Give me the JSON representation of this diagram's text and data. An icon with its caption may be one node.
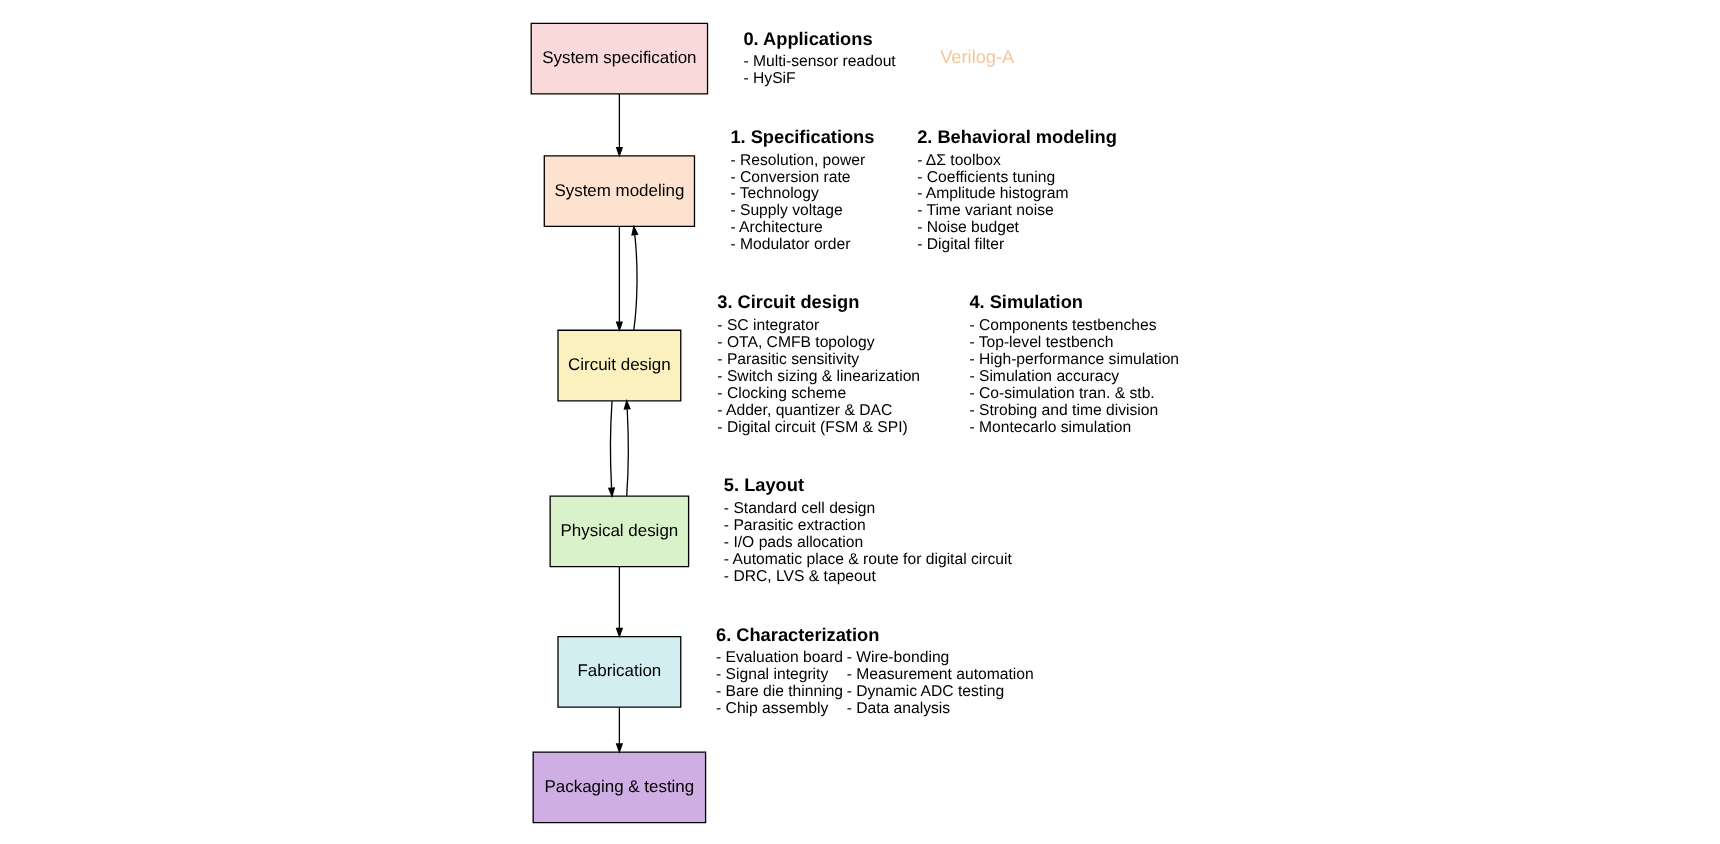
{
  "diagram": {
    "nodes": [
      {
        "text": [
          "System specification"
        ]
      },
      {
        "text": [
          "System modeling"
        ]
      },
      {
        "text": [
          "Circuit design"
        ]
      },
      {
        "text": [
          "Physical design"
        ]
      },
      {
        "text": [
          "Fabrication"
        ]
      },
      {
        "text": [
          "Packaging & testing"
        ]
      }
    ],
    "edges": [
      {
        "from": 0,
        "to": 1,
        "arrow": "to"
      },
      {
        "from": 1,
        "to": 2,
        "arrow": "to"
      },
      {
        "from": 2,
        "to": 3,
        "arrow": "to"
      },
      {
        "from": 3,
        "to": 4,
        "arrow": "to"
      },
      {
        "from": 4,
        "to": 5,
        "arrow": "to"
      },
      {
        "from": 2,
        "to": 1,
        "arrow": "to"
      },
      {
        "from": 3,
        "to": 2,
        "arrow": "to"
      }
    ],
    "labels": [
      "0. Applications",
      "- Multi-sensor readout",
      "- HySiF",
      "1. Specifications",
      "- Resolution, power",
      "- Conversion rate",
      "- Technology",
      "- Supply voltage",
      "- Architecture",
      "- Modulator order",
      "2. Behavioral modeling",
      "- ΔΣ toolbox",
      "- Coefficients tuning",
      "- Amplitude histogram",
      "- Time variant noise",
      "- Noise budget",
      "- Digital filter",
      "3. Circuit design",
      "- SC integrator",
      "- OTA, CMFB topology",
      "- Parasitic sensitivity",
      "- Switch sizing & linearization",
      "- Clocking scheme",
      "- Adder, quantizer & DAC",
      "- Digital circuit (FSM & SPI)",
      "4. Simulation",
      "- Components testbenches",
      "- Top-level testbench",
      "- High-performance simulation",
      "- Simulation accuracy",
      "- Co-simulation tran. & stb.",
      "- Strobing and time division",
      "- Montecarlo simulation",
      "5. Layout",
      "- Standard cell design",
      "- Parasitic extraction",
      "- I/O pads allocation",
      "- Automatic place & route for digital circuit",
      "- DRC, LVS & tapeout",
      "6. Characterization",
      "- Evaluation board",
      "- Signal integrity",
      "- Bare die thinning",
      "- Chip assembly",
      "- Wire-bonding",
      "- Measurement automation",
      "- Dynamic ADC testing",
      "- Data analysis",
      "Verilog-A"
    ]
  }
}
